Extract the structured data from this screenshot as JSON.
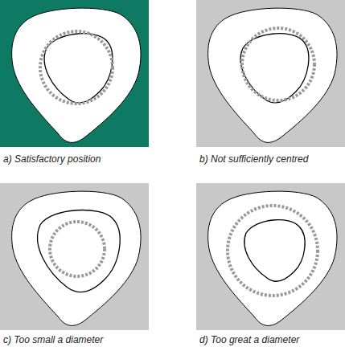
{
  "diagram": {
    "labels": [
      "a) Satisfactory position",
      "b) Not sufficiently centred",
      "c) Too small a diameter",
      "d) Too great a diameter"
    ]
  }
}
